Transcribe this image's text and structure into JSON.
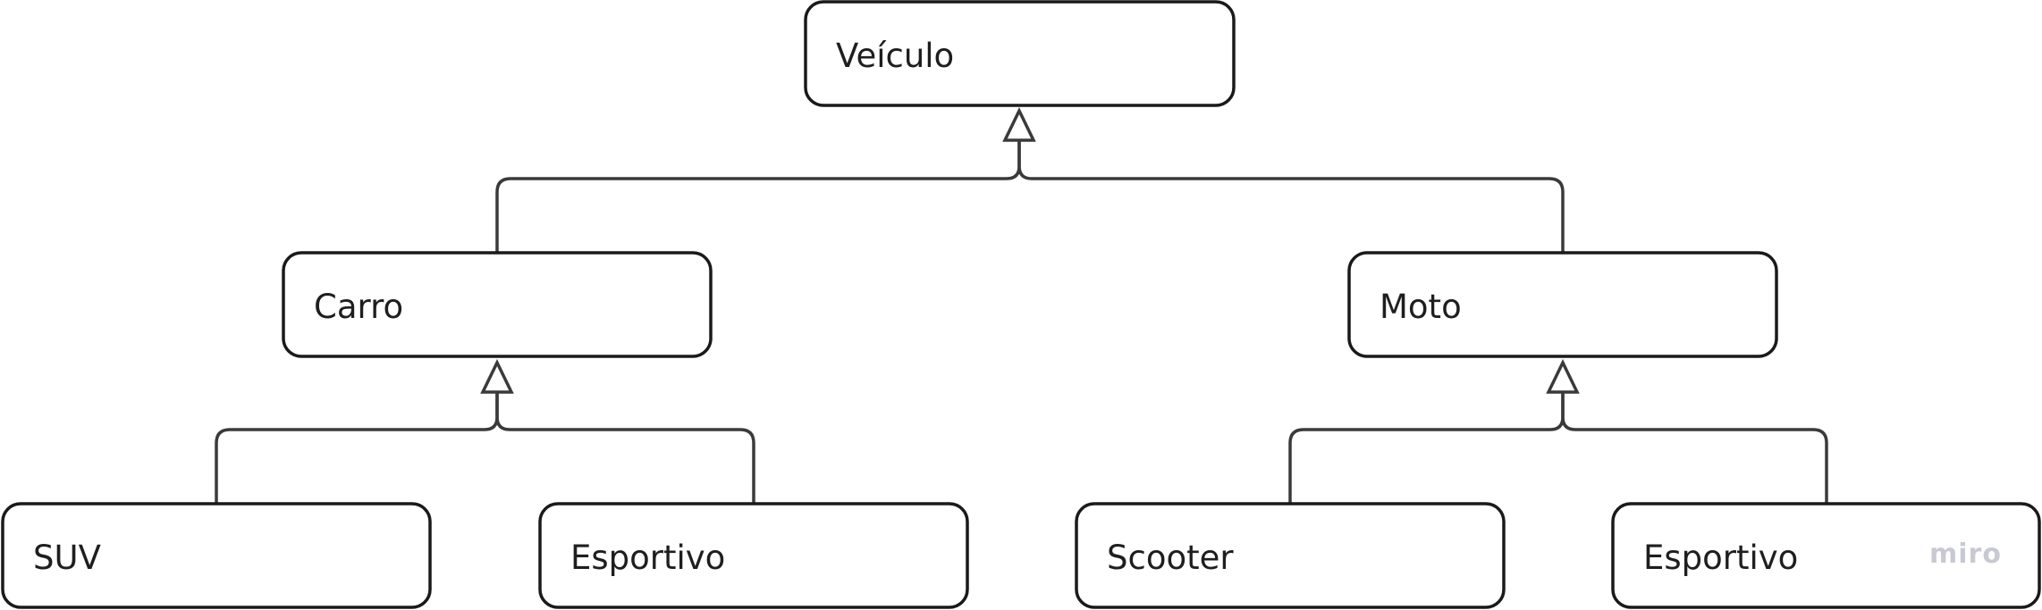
{
  "diagram": {
    "type": "class-hierarchy",
    "nodes": [
      {
        "id": "veiculo",
        "label": "Veículo"
      },
      {
        "id": "carro",
        "label": "Carro"
      },
      {
        "id": "moto",
        "label": "Moto"
      },
      {
        "id": "suv",
        "label": "SUV"
      },
      {
        "id": "esportivo-carro",
        "label": "Esportivo"
      },
      {
        "id": "scooter",
        "label": "Scooter"
      },
      {
        "id": "esportivo-moto",
        "label": "Esportivo"
      }
    ],
    "edges": [
      {
        "from": "carro",
        "to": "veiculo",
        "kind": "inheritance"
      },
      {
        "from": "moto",
        "to": "veiculo",
        "kind": "inheritance"
      },
      {
        "from": "suv",
        "to": "carro",
        "kind": "inheritance"
      },
      {
        "from": "esportivo-carro",
        "to": "carro",
        "kind": "inheritance"
      },
      {
        "from": "scooter",
        "to": "moto",
        "kind": "inheritance"
      },
      {
        "from": "esportivo-moto",
        "to": "moto",
        "kind": "inheritance"
      }
    ],
    "colors": {
      "box_stroke": "#1a1a1a",
      "connector": "#3a3a3a",
      "text": "#1e1e1e",
      "background": "#ffffff",
      "watermark": "#c9c9d3"
    }
  },
  "watermark": {
    "label": "miro"
  }
}
